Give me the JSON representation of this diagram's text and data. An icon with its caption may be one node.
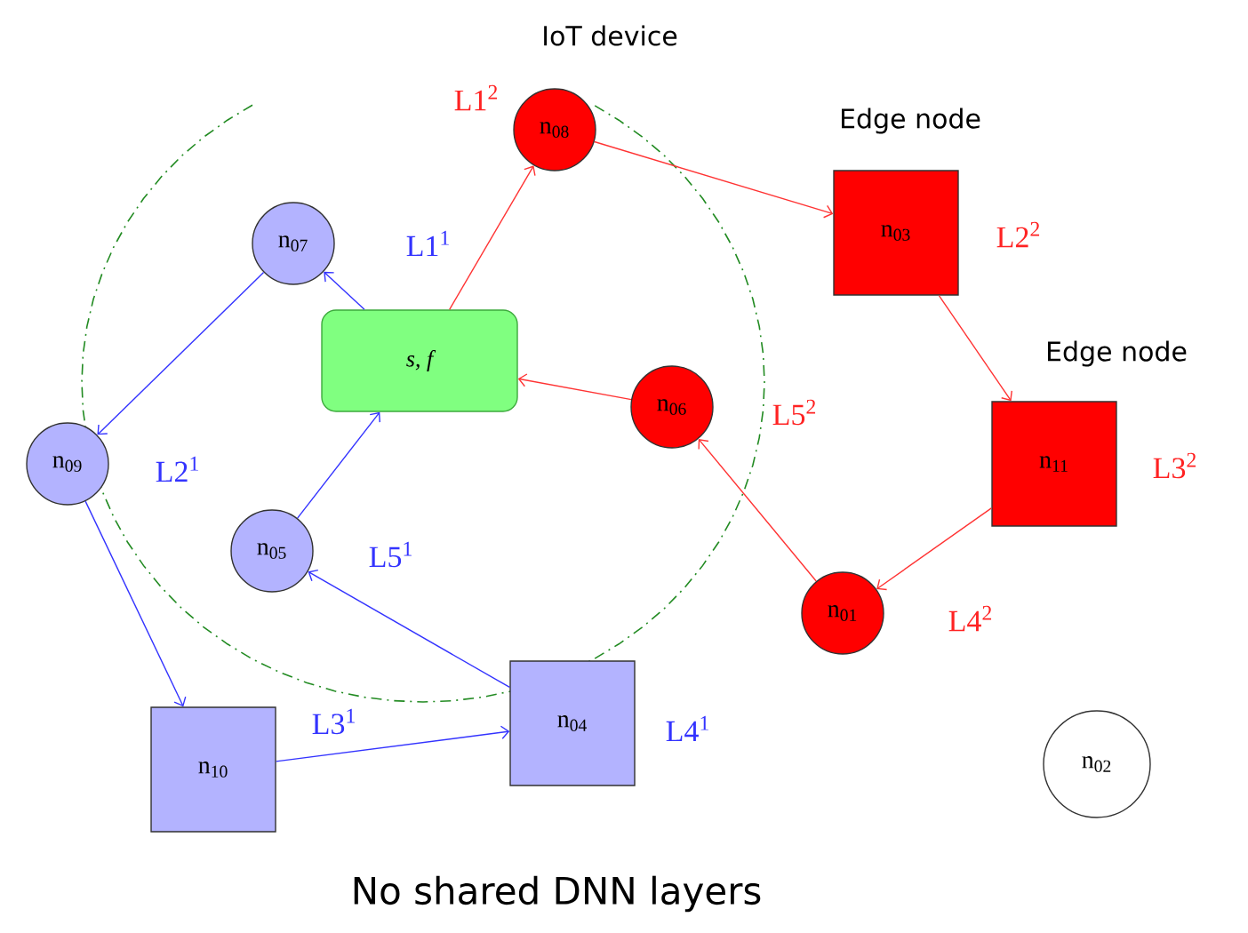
{
  "diagram": {
    "caption": "No shared DNN layers",
    "nodes": [
      {
        "text": [
          "s, f"
        ]
      },
      {
        "text": [
          "n$_{07}$"
        ],
        "beside": [
          "L1$^{1}$"
        ]
      },
      {
        "text": [
          "n$_{09}$"
        ],
        "beside": [
          "L2$^{1}$"
        ]
      },
      {
        "text": [
          "n$_{05}$"
        ],
        "beside": [
          "L5$^{1}$"
        ]
      },
      {
        "text": [
          "n$_{10}$"
        ],
        "beside": [
          "L3$^{1}$"
        ]
      },
      {
        "text": [
          "n$_{04}$"
        ],
        "beside": [
          "L4$^{1}$"
        ]
      },
      {
        "text": [
          "n$_{08}$"
        ],
        "beside": [
          "IoT device",
          "L1$^{2}$"
        ]
      },
      {
        "text": [
          "n$_{06}$"
        ],
        "beside": [
          "L5$^{2}$"
        ]
      },
      {
        "text": [
          "n$_{03}$"
        ],
        "beside": [
          "Edge node",
          "L2$^{2}$"
        ]
      },
      {
        "text": [
          "n$_{11}$"
        ],
        "beside": [
          "Edge node",
          "L3$^{2}$"
        ]
      },
      {
        "text": [
          "n$_{01}$"
        ],
        "beside": [
          "L4$^{2}$"
        ]
      },
      {
        "text": [
          "n$_{02}$"
        ]
      }
    ],
    "edges": [
      {
        "from": 0,
        "to": 1,
        "arrow": "to"
      },
      {
        "from": 1,
        "to": 2,
        "arrow": "to"
      },
      {
        "from": 2,
        "to": 4,
        "arrow": "to"
      },
      {
        "from": 4,
        "to": 5,
        "arrow": "to"
      },
      {
        "from": 5,
        "to": 3,
        "arrow": "to"
      },
      {
        "from": 3,
        "to": 0,
        "arrow": "to"
      },
      {
        "from": 0,
        "to": 6,
        "arrow": "to",
        "color": "#ff3333"
      },
      {
        "from": 6,
        "to": 8,
        "arrow": "to",
        "color": "#ff3333"
      },
      {
        "from": 8,
        "to": 9,
        "arrow": "to",
        "color": "#ff3333"
      },
      {
        "from": 9,
        "to": 10,
        "arrow": "to",
        "color": "#ff3333"
      },
      {
        "from": 10,
        "to": 7,
        "arrow": "to",
        "color": "#ff3333"
      },
      {
        "from": 7,
        "to": 0,
        "arrow": "to",
        "color": "#ff3333"
      }
    ]
  }
}
